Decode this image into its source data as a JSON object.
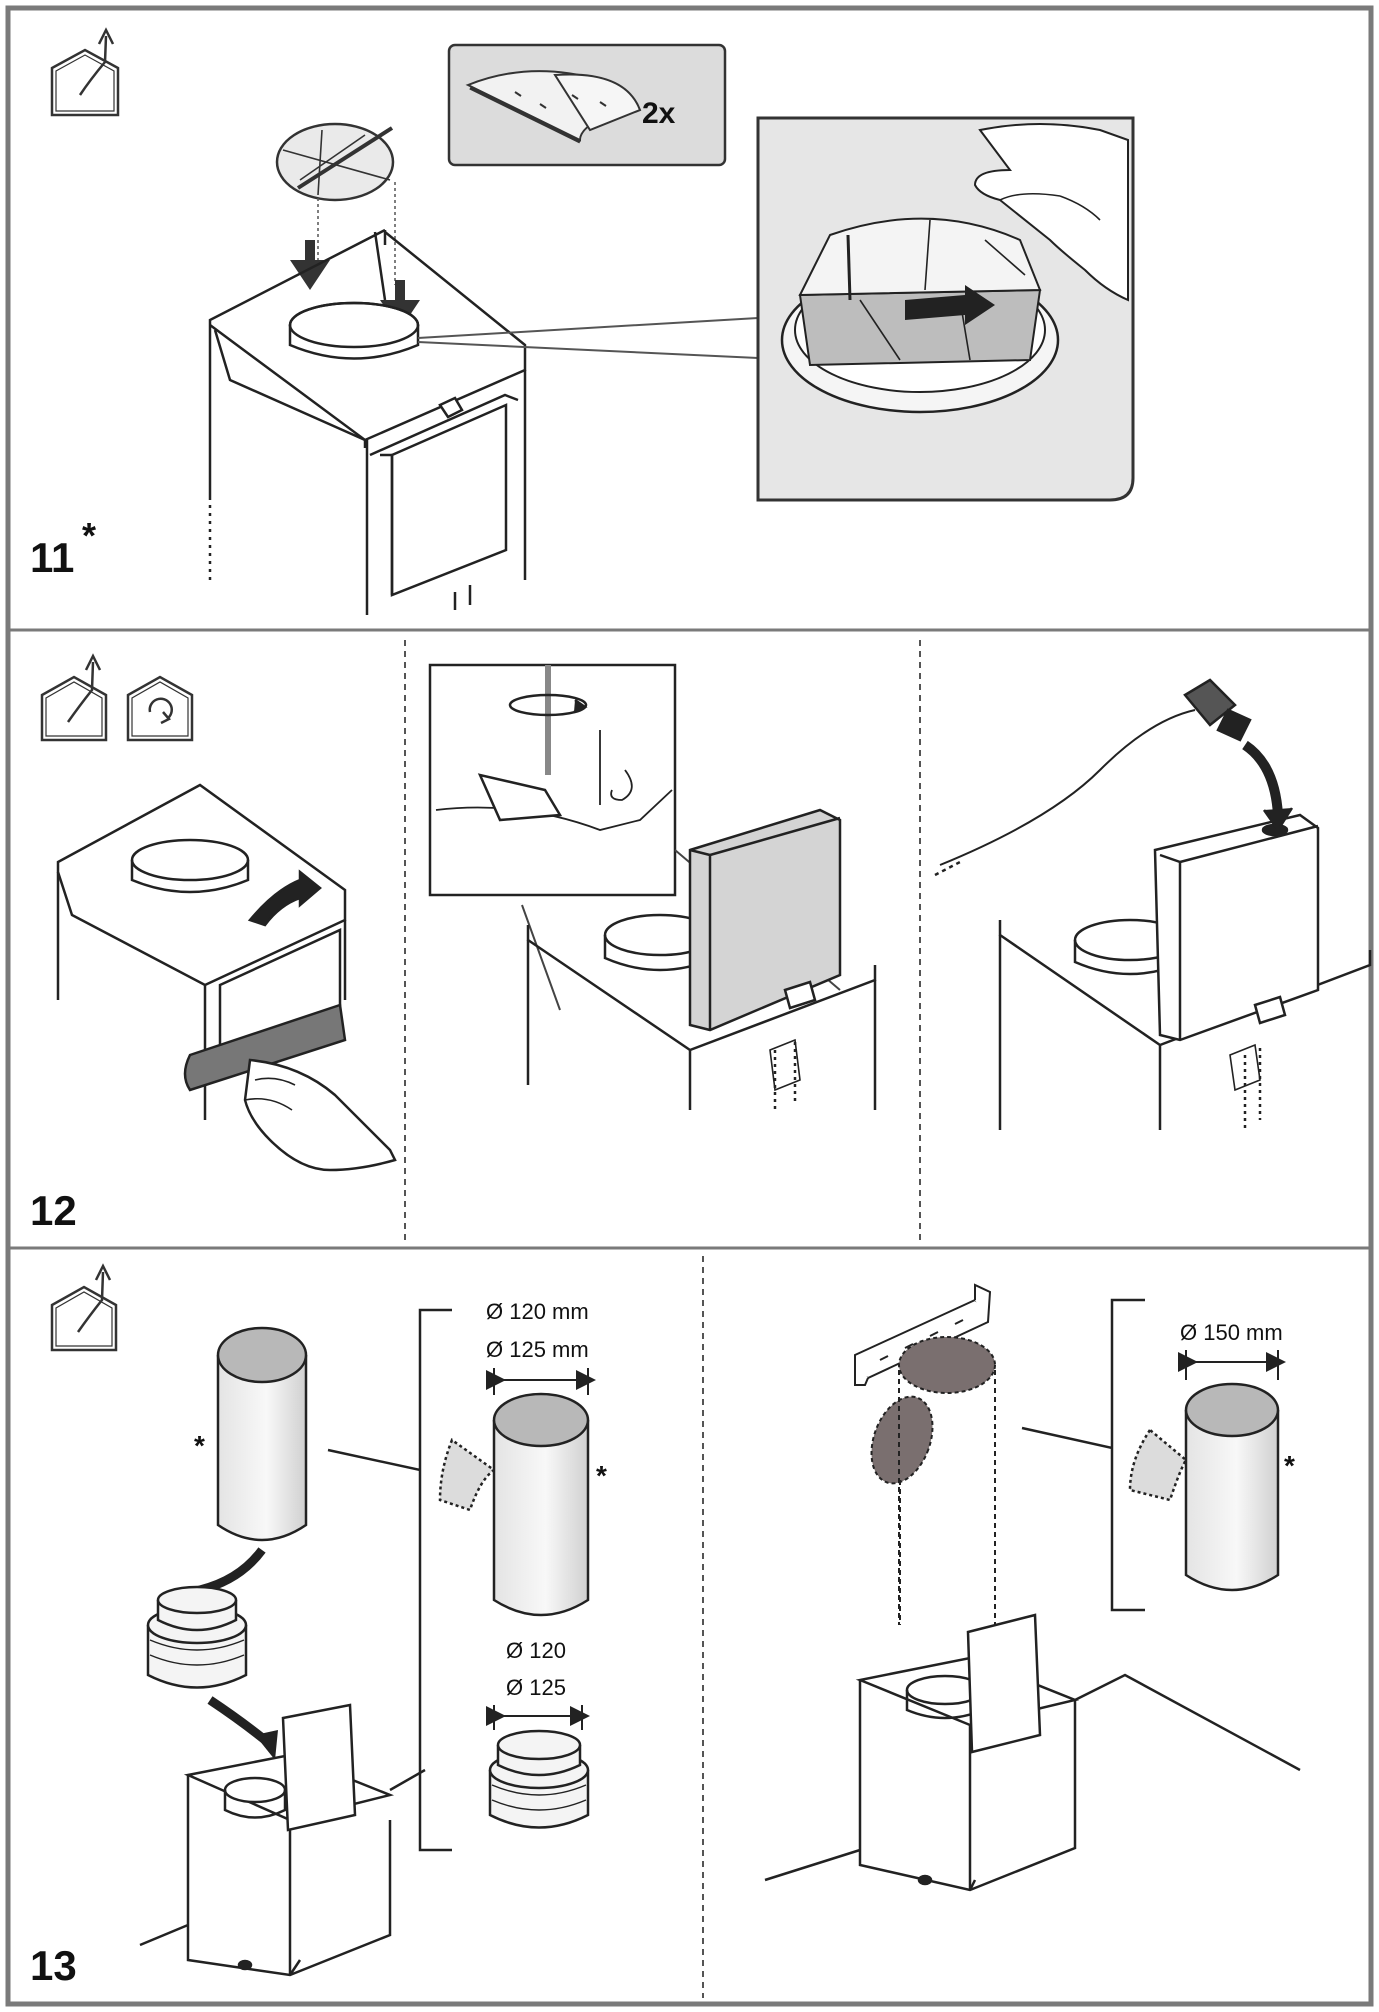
{
  "steps": {
    "s11": {
      "number": "11",
      "marker": "*",
      "badge": "2x"
    },
    "s12": {
      "number": "12"
    },
    "s13": {
      "number": "13",
      "dim_120_mm": "Ø 120 mm",
      "dim_125_mm": "Ø 125 mm",
      "dim_120": "Ø 120",
      "dim_125": "Ø 125",
      "dim_150_mm": "Ø 150 mm",
      "asterisk": "*"
    }
  },
  "icons": [
    "house-exhaust-icon",
    "house-recirculation-icon"
  ],
  "colors": {
    "frame": "#7a7a7a",
    "shade": "#c8c8c8",
    "dark": "#707070",
    "arrow": "#222222"
  }
}
